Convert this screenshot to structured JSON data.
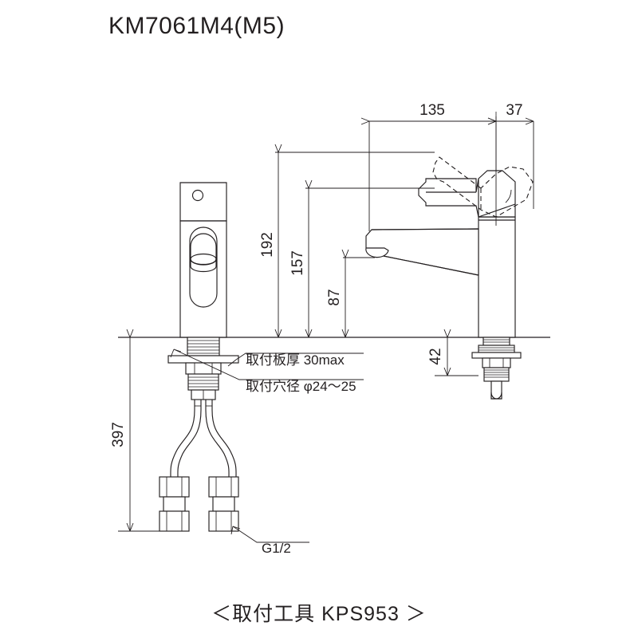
{
  "drawing": {
    "title": "KM7061M4(M5)",
    "footer_note": "＜取付工具 KPS953 ＞",
    "background_color": "#ffffff",
    "line_color": "#231f20"
  },
  "dimensions": {
    "horizontal": [
      {
        "id": "spout-reach",
        "value": "135",
        "unit": "mm"
      },
      {
        "id": "body-depth",
        "value": "37",
        "unit": "mm"
      }
    ],
    "vertical": [
      {
        "id": "overall-height",
        "value": "192",
        "unit": "mm"
      },
      {
        "id": "lever-height",
        "value": "157",
        "unit": "mm"
      },
      {
        "id": "spout-height",
        "value": "87",
        "unit": "mm"
      },
      {
        "id": "shank-length",
        "value": "42",
        "unit": "mm"
      },
      {
        "id": "total-with-hose",
        "value": "397",
        "unit": "mm"
      }
    ]
  },
  "annotations": {
    "plate_thickness": "取付板厚 30max",
    "hole_diameter": "取付穴径 φ24〜25",
    "thread_spec": "G1/2"
  },
  "views": {
    "front": {
      "label": "front-view"
    },
    "side": {
      "label": "side-view"
    }
  }
}
